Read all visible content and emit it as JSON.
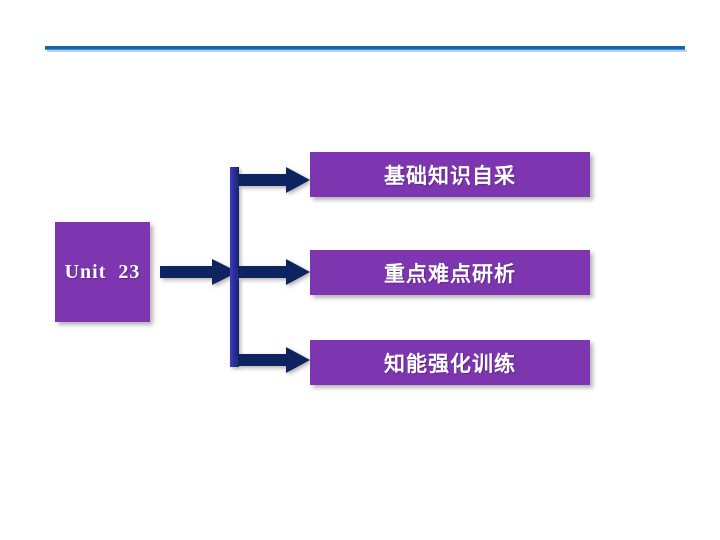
{
  "slide": {
    "background_color": "#ffffff",
    "header": {
      "rule_color": "#0f5ca8",
      "rule_accent_color": "#4e9ad6"
    },
    "colors": {
      "box_purple": "#7d35b0",
      "arrow_navy": "#0d2460",
      "bar_blue": "#2f2fa8",
      "text_white": "#ffffff"
    }
  },
  "diagram": {
    "root": {
      "label": "Unit  23"
    },
    "branches": [
      {
        "label": "基础知识自采"
      },
      {
        "label": "重点难点研析"
      },
      {
        "label": "知能强化训练"
      }
    ],
    "connectors": {
      "inbound_arrow": "arrow-right",
      "vertical_bar": "vertical-bus-bar",
      "outbound_arrows": [
        "arrow-right",
        "arrow-right",
        "arrow-right"
      ]
    }
  }
}
